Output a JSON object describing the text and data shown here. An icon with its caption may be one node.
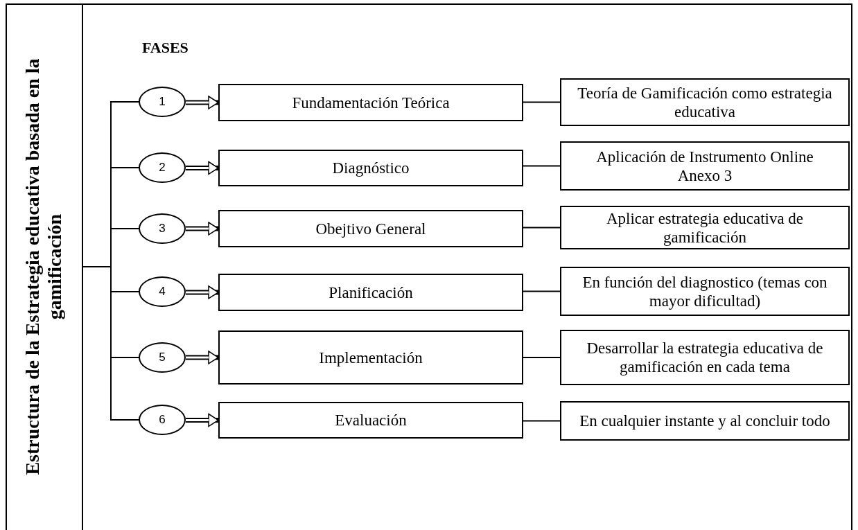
{
  "diagram": {
    "nodes": [
      {
        "text": [
          "Estructura de la Estrategia educativa basada en la gamificación"
        ]
      },
      {
        "text": [
          "1"
        ]
      },
      {
        "text": [
          "Fundamentación Teórica"
        ]
      },
      {
        "text": [
          "Teoría de Gamificación como estrategia educativa"
        ]
      },
      {
        "text": [
          "2"
        ]
      },
      {
        "text": [
          "Diagnóstico"
        ]
      },
      {
        "text": [
          "Aplicación de Instrumento Online Anexo 3"
        ]
      },
      {
        "text": [
          "3"
        ]
      },
      {
        "text": [
          "Obejtivo General"
        ]
      },
      {
        "text": [
          "Aplicar estrategia educativa de gamificación"
        ]
      },
      {
        "text": [
          "4"
        ]
      },
      {
        "text": [
          "Planificación"
        ]
      },
      {
        "text": [
          "En función del diagnostico (temas con mayor dificultad)"
        ]
      },
      {
        "text": [
          "5"
        ]
      },
      {
        "text": [
          "Implementación"
        ]
      },
      {
        "text": [
          "Desarrollar la estrategia educativa de gamificación en cada tema"
        ]
      },
      {
        "text": [
          "6"
        ]
      },
      {
        "text": [
          "Evaluación"
        ]
      },
      {
        "text": [
          "En cualquier instante y al concluir todo"
        ]
      }
    ],
    "edges": [
      {
        "from": 0,
        "to": 1,
        "arrow": "none"
      },
      {
        "from": 1,
        "to": 2,
        "arrow": "to",
        "style": "thick"
      },
      {
        "from": 2,
        "to": 3,
        "arrow": "none"
      },
      {
        "from": 0,
        "to": 4,
        "arrow": "none"
      },
      {
        "from": 4,
        "to": 5,
        "arrow": "to",
        "style": "thick"
      },
      {
        "from": 5,
        "to": 6,
        "arrow": "none"
      },
      {
        "from": 0,
        "to": 7,
        "arrow": "none"
      },
      {
        "from": 7,
        "to": 8,
        "arrow": "to",
        "style": "thick"
      },
      {
        "from": 8,
        "to": 9,
        "arrow": "none"
      },
      {
        "from": 0,
        "to": 10,
        "arrow": "none"
      },
      {
        "from": 10,
        "to": 11,
        "arrow": "to",
        "style": "thick"
      },
      {
        "from": 11,
        "to": 12,
        "arrow": "none"
      },
      {
        "from": 0,
        "to": 13,
        "arrow": "none"
      },
      {
        "from": 13,
        "to": 14,
        "arrow": "to",
        "style": "thick"
      },
      {
        "from": 14,
        "to": 15,
        "arrow": "none"
      },
      {
        "from": 0,
        "to": 16,
        "arrow": "none"
      },
      {
        "from": 16,
        "to": 17,
        "arrow": "to",
        "style": "thick"
      },
      {
        "from": 17,
        "to": 18,
        "arrow": "none"
      }
    ],
    "labels": [
      "FASES"
    ]
  }
}
